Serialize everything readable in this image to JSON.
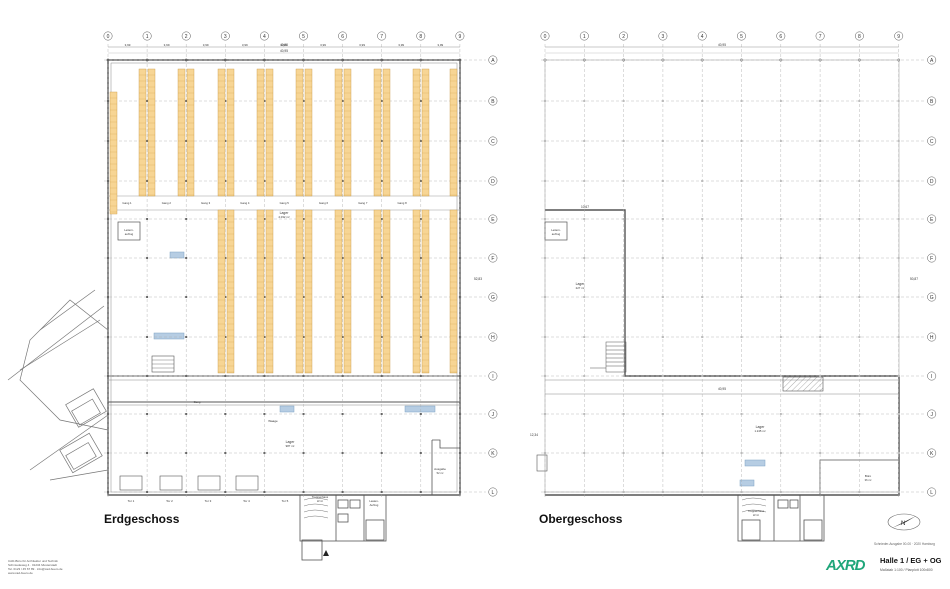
{
  "axes": {
    "columns": [
      "0",
      "1",
      "2",
      "3",
      "4",
      "5",
      "6",
      "7",
      "8",
      "9"
    ],
    "rows": [
      "A",
      "B",
      "C",
      "D",
      "E",
      "F",
      "G",
      "H",
      "I",
      "J",
      "K",
      "L"
    ]
  },
  "ground_floor": {
    "title": "Erdgeschoss",
    "rooms": {
      "lager_main": {
        "name": "Lager",
        "area": "2.032 m²"
      },
      "lager_lower": {
        "name": "Lager",
        "area": "987 m²"
      },
      "leiter_aufzug": {
        "name": "Leitern-",
        "name2": "aufzug"
      },
      "waage": {
        "name": "Waage"
      },
      "treppenhaus": {
        "name": "Treppenhaus",
        "area": "22 m²"
      },
      "lastenaufzug": {
        "name": "Lasten-",
        "name2": "Aufzug"
      },
      "ausgabe": {
        "name": "Ausgabe",
        "area": "52 m²"
      },
      "gang": {
        "name": "Gang"
      }
    },
    "gates": [
      "Tor 1",
      "Tor 2",
      "Tor 3",
      "Tor 4",
      "Tor 5"
    ],
    "aisles": [
      "Gang 1",
      "Gang 2",
      "Gang 3",
      "Gang 4",
      "Gang 5",
      "Gang 6",
      "Gang 7",
      "Gang 8"
    ],
    "dims": {
      "total": "40,95",
      "seg": "3,99",
      "rows_total": "52,83"
    }
  },
  "upper_floor": {
    "title": "Obergeschoss",
    "rooms": {
      "lager_left": {
        "name": "Lager",
        "area": "227 m²"
      },
      "lager_big": {
        "name": "Lager",
        "area": "1.245 m²"
      },
      "leiter": {
        "name": "Leitern-",
        "name2": "aufzug"
      },
      "buero": {
        "name": "Büro",
        "area": "36 m²"
      },
      "treppenhaus": {
        "name": "Treppenhaus",
        "area": "22 m²"
      }
    },
    "dims": {
      "total": "40,95",
      "width_left": "10,67",
      "width_main": "40,95",
      "h1": "50,87",
      "h2": "12,34"
    }
  },
  "title_block": {
    "office_lines": [
      "CAD-Büro für Architektur und Technik",
      "Schmiedeweg 4 · 01234 Musterstadt",
      "Tel. 0123 / 45 67 89 · info@cad-buero.de",
      "www.cad-buero.de"
    ],
    "address_line": "Schnieder-Ausgabe 00-00 · 2020 Hamburg",
    "logo_text": "AXRD",
    "hall_title": "Halle 1 / EG + OG",
    "scale_line": "Maßstab 1:100 / Planplott 100x800"
  },
  "colors": {
    "rack": "#f7d594",
    "rack_stroke": "#c99a44",
    "grid": "#9a9a9a",
    "wall": "#555555",
    "blue": "#b6cde3",
    "logo": "#1fa67a"
  }
}
